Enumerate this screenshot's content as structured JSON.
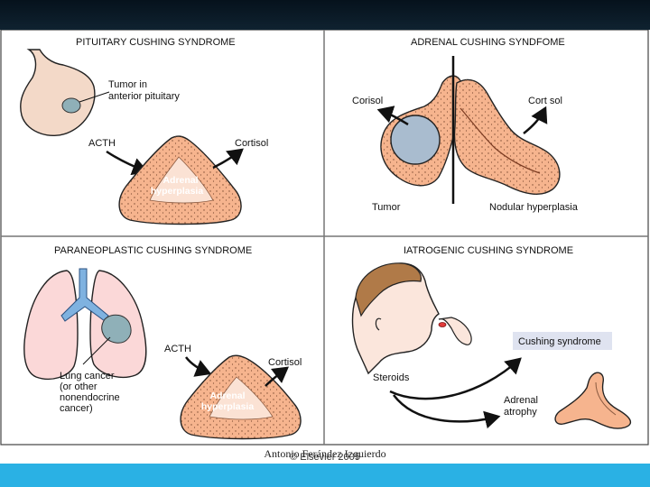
{
  "panels": {
    "pituitary": {
      "title": "PITUITARY CUSHING SYNDROME",
      "tumor_label_1": "Tumor in",
      "tumor_label_2": "anterior pituitary",
      "acth": "ACTH",
      "cortisol": "Cortisol",
      "gland_label_1": "Adrenal",
      "gland_label_2": "hyperplasia"
    },
    "adrenal": {
      "title": "ADRENAL CUSHING SYNDFOME",
      "cortisol_left": "Corisol",
      "cortisol_right": "Cort sol",
      "tumor": "Tumor",
      "nodular": "Nodular hyperplasia"
    },
    "paraneoplastic": {
      "title": "PARANEOPLASTIC CUSHING SYNDROME",
      "acth": "ACTH",
      "cortisol": "Cortisol",
      "lung_1": "Lung cancer",
      "lung_2": "(or other",
      "lung_3": "nonendocrine",
      "lung_4": "cancer)",
      "gland_label_1": "Adrenal",
      "gland_label_2": "hyperplasia"
    },
    "iatrogenic": {
      "title": "IATROGENIC CUSHING SYNDROME",
      "syndrome_box": "Cushing syndrome",
      "steroids": "Steroids",
      "atrophy_1": "Adrenal",
      "atrophy_2": "atrophy"
    }
  },
  "footer": {
    "credit": "Antonio Ferández Izquierdo",
    "copyright": "© Elsevier 2005"
  },
  "colors": {
    "top_bar": "#0a1a26",
    "bottom_bar": "#2ab1e4",
    "gland_fill": "#f6b48e",
    "pituitary_fill": "#f3d9c8",
    "lung_fill": "#fbd8d8",
    "tumor_fill": "#8fb0b8",
    "adrenal_tumor_fill": "#a9bccf",
    "syndrome_box_fill": "#dfe3f0"
  }
}
